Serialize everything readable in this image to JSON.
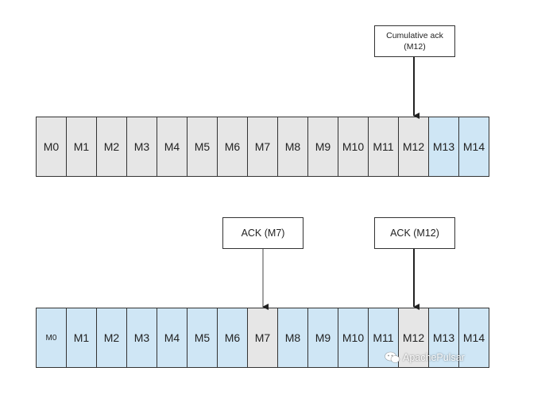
{
  "top": {
    "annotation": {
      "line1": "Cumulative ack",
      "line2": "(M12)"
    },
    "cells": [
      {
        "label": "M0",
        "state": "grey"
      },
      {
        "label": "M1",
        "state": "grey"
      },
      {
        "label": "M2",
        "state": "grey"
      },
      {
        "label": "M3",
        "state": "grey"
      },
      {
        "label": "M4",
        "state": "grey"
      },
      {
        "label": "M5",
        "state": "grey"
      },
      {
        "label": "M6",
        "state": "grey"
      },
      {
        "label": "M7",
        "state": "grey"
      },
      {
        "label": "M8",
        "state": "grey"
      },
      {
        "label": "M9",
        "state": "grey"
      },
      {
        "label": "M10",
        "state": "grey"
      },
      {
        "label": "M11",
        "state": "grey"
      },
      {
        "label": "M12",
        "state": "grey"
      },
      {
        "label": "M13",
        "state": "blue"
      },
      {
        "label": "M14",
        "state": "blue"
      }
    ]
  },
  "bottom": {
    "annotations": [
      {
        "label": "ACK (M7)",
        "target": "M7"
      },
      {
        "label": "ACK (M12)",
        "target": "M12"
      }
    ],
    "cells": [
      {
        "label": "M0",
        "state": "blue"
      },
      {
        "label": "M1",
        "state": "blue"
      },
      {
        "label": "M2",
        "state": "blue"
      },
      {
        "label": "M3",
        "state": "blue"
      },
      {
        "label": "M4",
        "state": "blue"
      },
      {
        "label": "M5",
        "state": "blue"
      },
      {
        "label": "M6",
        "state": "blue"
      },
      {
        "label": "M7",
        "state": "grey"
      },
      {
        "label": "M8",
        "state": "blue"
      },
      {
        "label": "M9",
        "state": "blue"
      },
      {
        "label": "M10",
        "state": "blue"
      },
      {
        "label": "M11",
        "state": "blue"
      },
      {
        "label": "M12",
        "state": "grey"
      },
      {
        "label": "M13",
        "state": "blue"
      },
      {
        "label": "M14",
        "state": "blue"
      }
    ]
  },
  "watermark": {
    "text": "ApachePulsar",
    "icon": "wechat-icon"
  },
  "colors": {
    "acked": "#e6e6e6",
    "unacked": "#cfe6f5",
    "border": "#333333"
  }
}
